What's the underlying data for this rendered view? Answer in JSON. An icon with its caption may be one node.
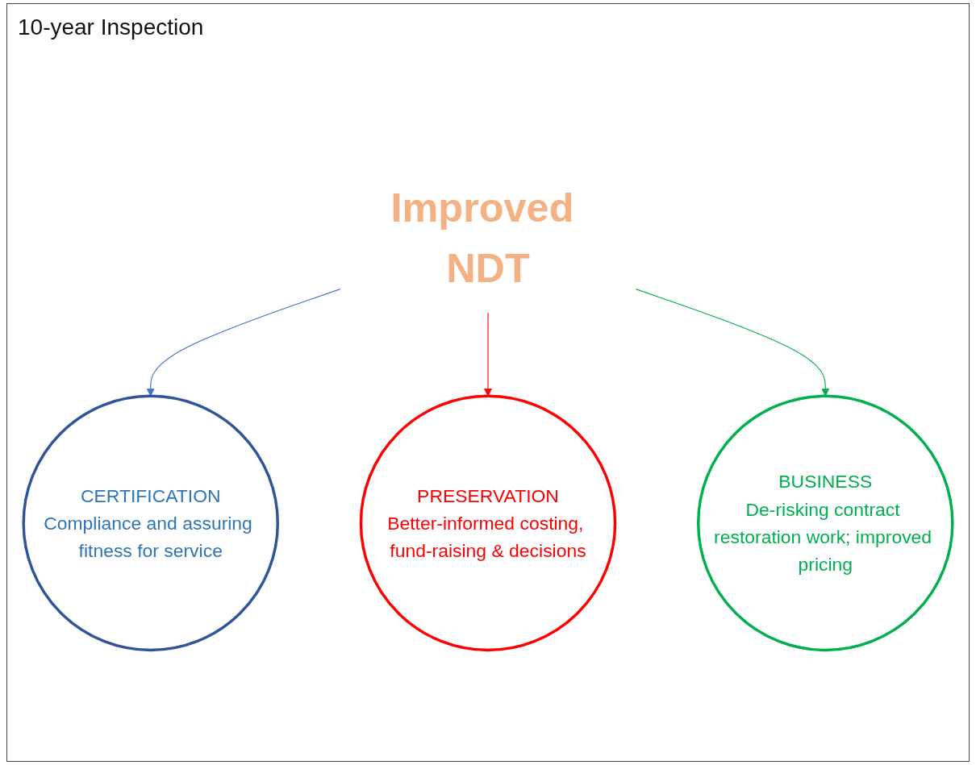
{
  "diagram": {
    "title": "10-year Inspection",
    "nodes": [
      {
        "text": [
          "CERTIFICATION",
          "Compliance and assuring fitness for service"
        ]
      },
      {
        "text": [
          "Improved NDT"
        ]
      },
      {
        "text": [
          "PRESERVATION",
          "Better-informed costing, fund-raising & decisions"
        ]
      },
      {
        "text": [
          "BUSINESS",
          "De-risking contract restoration work; improved pricing"
        ]
      }
    ],
    "edges": [
      {
        "from": 1,
        "to": 0,
        "arrow": "to",
        "color": "#4472c4"
      },
      {
        "from": 1,
        "to": 2,
        "arrow": "to",
        "color": "#ff0000"
      },
      {
        "from": 1,
        "to": 3,
        "arrow": "to",
        "color": "#00b050"
      }
    ]
  }
}
